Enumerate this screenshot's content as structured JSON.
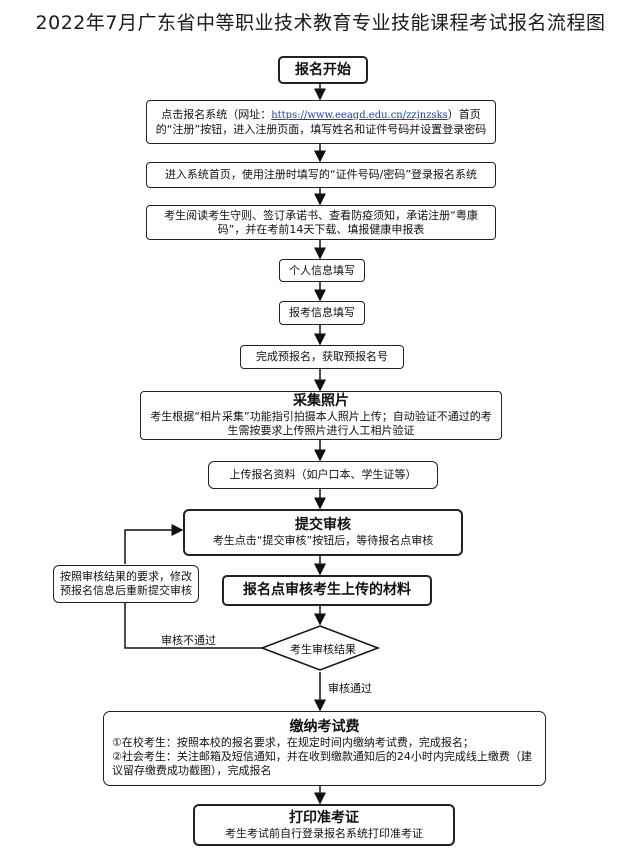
{
  "title": "2022年7月广东省中等职业技术教育专业技能课程考试报名流程图",
  "steps": {
    "start": "报名开始",
    "register_pre": "点击报名系统（网址：",
    "register_url": "https://www.eeagd.edu.cn/zzjnzsks",
    "register_post": "）首页的“注册”按钮，进入注册页面，填写姓名和证件号码并设置登录密码",
    "login": "进入系统首页，使用注册时填写的“证件号码/密码”登录报名系统",
    "read": "考生阅读考生守则、签订承诺书、查看防疫须知，承诺注册“粤康码”，并在考前14天下载、填报健康申报表",
    "personal_info": "个人信息填写",
    "exam_info": "报考信息填写",
    "pre_register": "完成预报名，获取预报名号",
    "photo_title": "采集照片",
    "photo_desc": "考生根据“相片采集”功能指引拍摄本人照片上传；自动验证不通过的考生需按要求上传照片进行人工相片验证",
    "upload": "上传报名资料（如户口本、学生证等）",
    "submit_title": "提交审核",
    "submit_desc": "考生点击“提交审核”按钮后，等待报名点审核",
    "review": "报名点审核考生上传的材料",
    "decision": "考生审核结果",
    "fail_label": "审核不通过",
    "pass_label": "审核通过",
    "resubmit": "按照审核结果的要求，修改预报名信息后重新提交审核",
    "fee_title": "缴纳考试费",
    "fee_line1": "①在校考生：按照本校的报名要求，在规定时间内缴纳考试费，完成报名；",
    "fee_line2": "②社会考生：关注邮箱及短信通知，并在收到缴款通知后的24小时内完成线上缴费（建议留存缴费成功截图），完成报名",
    "print_title": "打印准考证",
    "print_desc": "考生考试前自行登录报名系统打印准考证"
  }
}
